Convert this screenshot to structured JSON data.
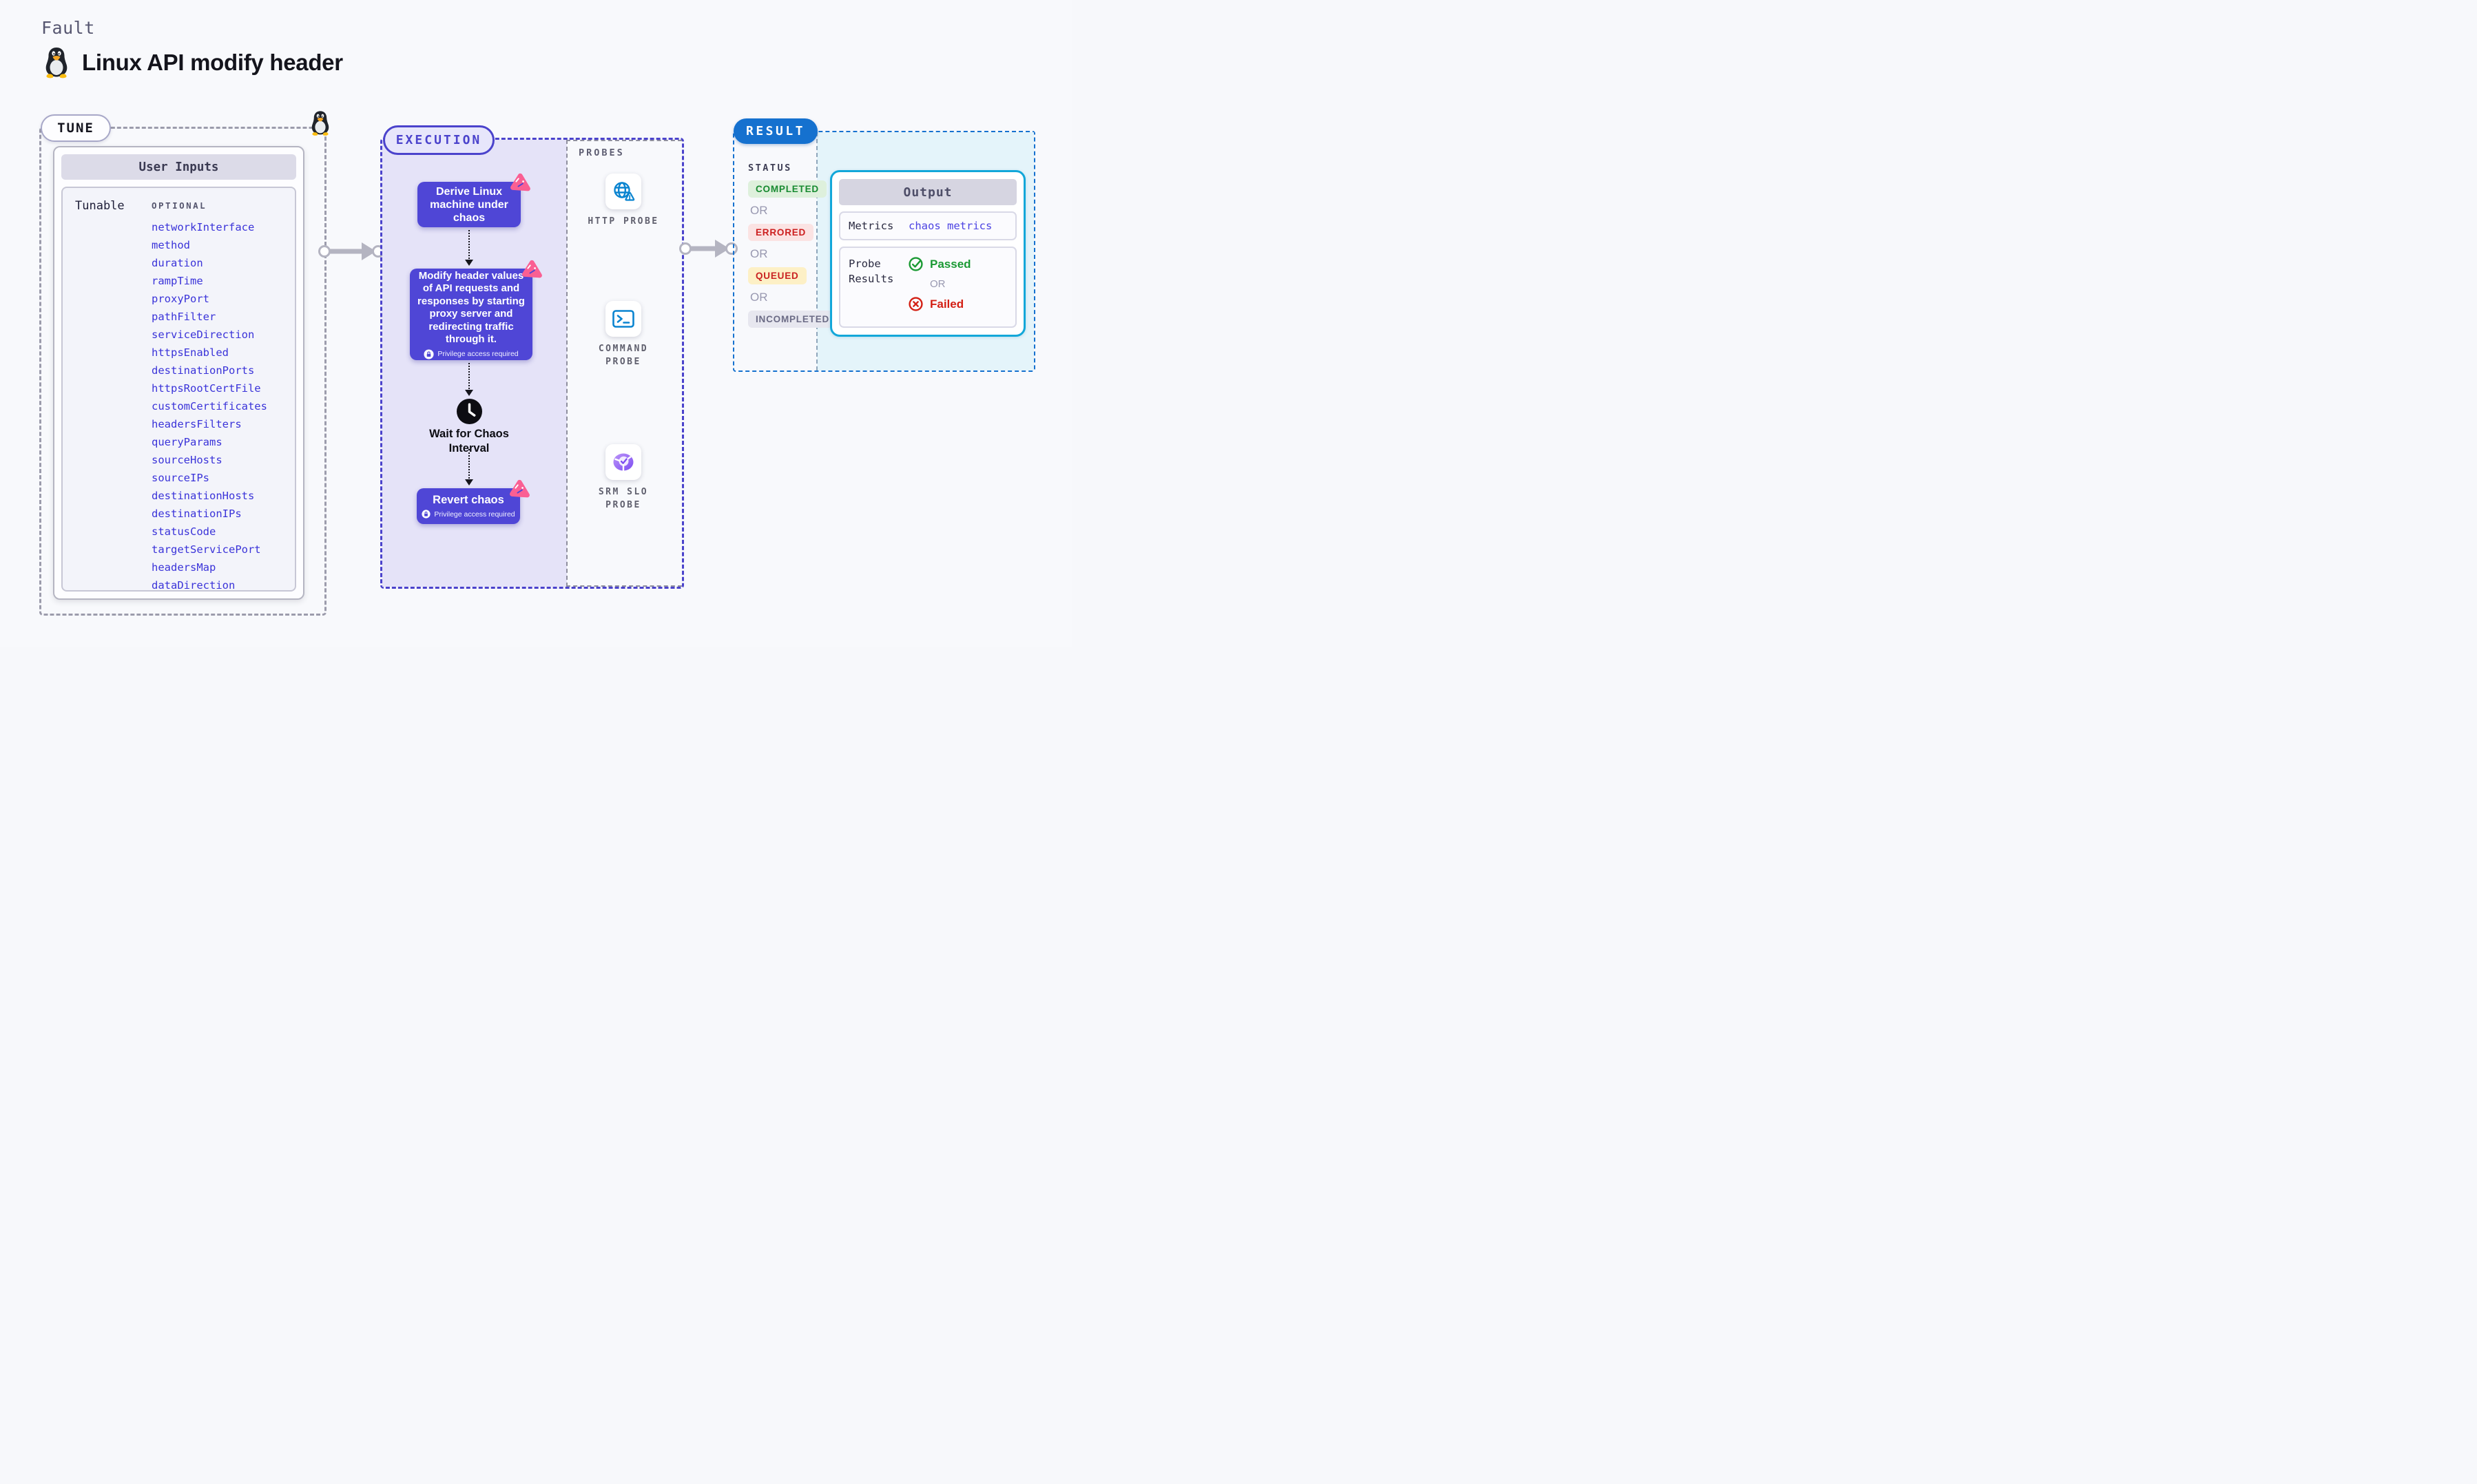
{
  "header": {
    "eyebrow": "Fault",
    "title": "Linux API modify header",
    "platform_icon": "tux-penguin-icon"
  },
  "tune": {
    "badge": "TUNE",
    "card_title": "User Inputs",
    "row_label": "Tunable",
    "column_label": "OPTIONAL",
    "tunables": [
      "networkInterface",
      "method",
      "duration",
      "rampTime",
      "proxyPort",
      "pathFilter",
      "serviceDirection",
      "httpsEnabled",
      "destinationPorts",
      "httpsRootCertFile",
      "customCertificates",
      "headersFilters",
      "queryParams",
      "sourceHosts",
      "sourceIPs",
      "destinationHosts",
      "destinationIPs",
      "statusCode",
      "targetServicePort",
      "headersMap",
      "dataDirection"
    ]
  },
  "execution": {
    "badge": "EXECUTION",
    "steps": {
      "derive": "Derive Linux machine under chaos",
      "modify": "Modify header values of API requests and responses by starting proxy server and redirecting traffic through it.",
      "wait": "Wait for Chaos Interval",
      "revert": "Revert chaos"
    },
    "privilege_note": "Privilege access required"
  },
  "probes": {
    "label": "PROBES",
    "items": [
      {
        "label": "HTTP PROBE",
        "icon": "globe-warning-icon"
      },
      {
        "label": "COMMAND\nPROBE",
        "icon": "terminal-icon"
      },
      {
        "label": "SRM SLO\nPROBE",
        "icon": "slo-donut-icon"
      }
    ]
  },
  "result": {
    "badge": "RESULT",
    "status_label": "STATUS",
    "statuses": [
      {
        "label": "COMPLETED",
        "bg": "#def0dc",
        "fg": "#178a30",
        "or": "OR"
      },
      {
        "label": "ERRORED",
        "bg": "#fbe3e3",
        "fg": "#cc1f1f",
        "or": "OR"
      },
      {
        "label": "QUEUED",
        "bg": "#fdf0c6",
        "fg": "#c92121",
        "or": "OR"
      },
      {
        "label": "INCOMPLETED",
        "bg": "#e7e7ef",
        "fg": "#6b6b85",
        "or": ""
      }
    ],
    "output": {
      "title": "Output",
      "metrics_label": "Metrics",
      "metrics_value": "chaos metrics",
      "probe_results_label": "Probe Results",
      "passed_label": "Passed",
      "or_label": "OR",
      "failed_label": "Failed"
    }
  },
  "colors": {
    "accent_indigo": "#4b43cc",
    "step_box_indigo": "#4f46d6",
    "execution_fill": "#e5e3f8",
    "chaos_pink": "#fa5f93",
    "result_blue": "#1571cf",
    "output_border_cyan": "#12a7d9",
    "output_fill_cyan": "#e4f4fa",
    "tunable_link_blue": "#3a33d9",
    "probe_icon_blue": "#0a84d0",
    "slo_purple": "#7d4df2",
    "passed_green": "#1b9a34",
    "failed_red": "#d32015"
  }
}
